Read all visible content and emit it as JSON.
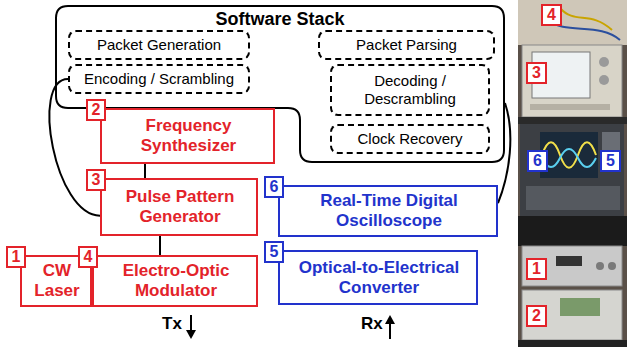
{
  "diagram": {
    "nodes": [
      {
        "text": [
          "Software Stack"
        ]
      },
      {
        "text": [
          "Packet Generation"
        ],
        "in": 0
      },
      {
        "text": [
          "Packet Parsing"
        ],
        "in": 0
      },
      {
        "text": [
          "Encoding / Scrambling"
        ],
        "in": 0
      },
      {
        "text": [
          "Decoding / Descrambling"
        ],
        "in": 0
      },
      {
        "text": [
          "Clock Recovery"
        ],
        "in": 0
      },
      {
        "text": [
          "2",
          "Frequency Synthesizer"
        ]
      },
      {
        "text": [
          "3",
          "Pulse Pattern Generator"
        ]
      },
      {
        "text": [
          "1",
          "CW Laser"
        ]
      },
      {
        "text": [
          "4",
          "Electro-Optic Modulator"
        ]
      },
      {
        "text": [
          "6",
          "Real-Time Digital Oscilloscope"
        ]
      },
      {
        "text": [
          "5",
          "Optical-to-Electrical Converter"
        ]
      }
    ],
    "edges": [
      {
        "from": 3,
        "to": 7,
        "arrow": "none"
      },
      {
        "from": 6,
        "to": 7,
        "arrow": "none"
      },
      {
        "from": 7,
        "to": 9,
        "arrow": "none"
      },
      {
        "from": 0,
        "to": 10,
        "arrow": "none"
      }
    ],
    "labels": [
      "Tx",
      "Rx",
      "4",
      "3",
      "6",
      "5",
      "1",
      "2"
    ]
  }
}
